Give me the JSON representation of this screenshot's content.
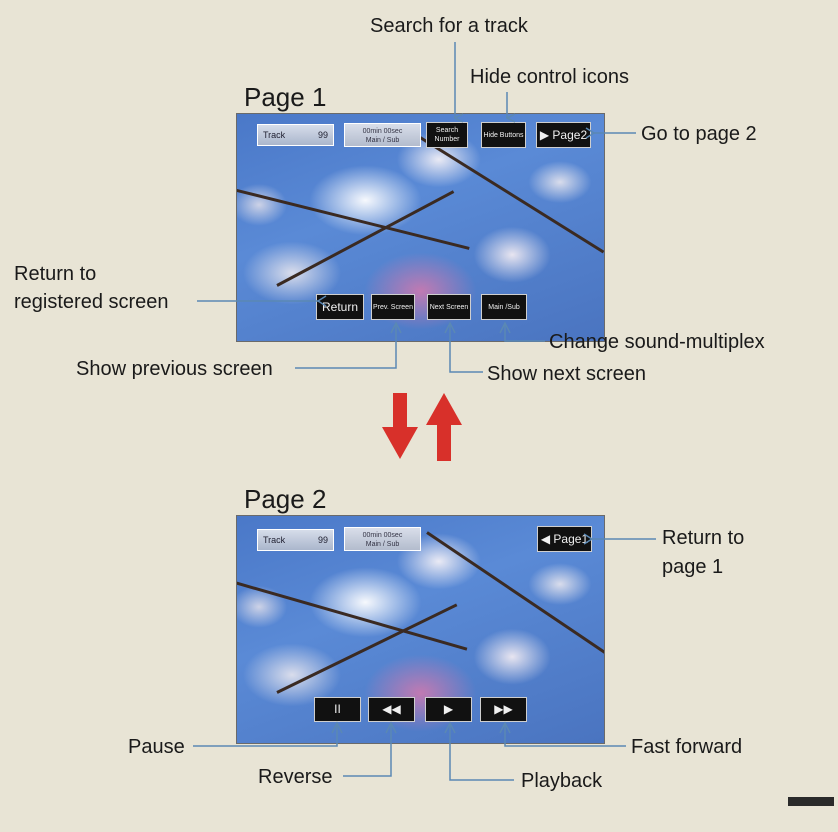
{
  "page1": {
    "title": "Page 1",
    "screen": {
      "track_label": "Track",
      "track_value": "99",
      "info_line1": "00min 00sec",
      "info_line2": "Main / Sub",
      "search_label": "Search Number",
      "hide_label": "Hide Buttons",
      "page_btn": "▶ Page2",
      "return_btn": "Return",
      "prev_label": "Prev. Screen",
      "next_label": "Next Screen",
      "mainsub_label": "Main /Sub"
    },
    "callouts": {
      "search": "Search for a track",
      "hide": "Hide control icons",
      "goto2": "Go to page 2",
      "return_line1": "Return to",
      "return_line2": "registered screen",
      "prev": "Show previous screen",
      "next": "Show next screen",
      "multiplex": "Change sound-multiplex"
    }
  },
  "page2": {
    "title": "Page 2",
    "screen": {
      "track_label": "Track",
      "track_value": "99",
      "info_line1": "00min 00sec",
      "info_line2": "Main / Sub",
      "page_btn": "◀ Page1",
      "pause_icon": "II",
      "reverse_icon": "◀◀",
      "play_icon": "▶",
      "ff_icon": "▶▶"
    },
    "callouts": {
      "return_line1": "Return to",
      "return_line2": "page 1",
      "pause": "Pause",
      "reverse": "Reverse",
      "playback": "Playback",
      "ff": "Fast forward"
    }
  },
  "colors": {
    "background": "#e8e4d5",
    "callout_line": "#5a88b4",
    "arrow_red": "#d8302a"
  },
  "icons": [
    "arrow-down-icon",
    "arrow-up-icon"
  ]
}
